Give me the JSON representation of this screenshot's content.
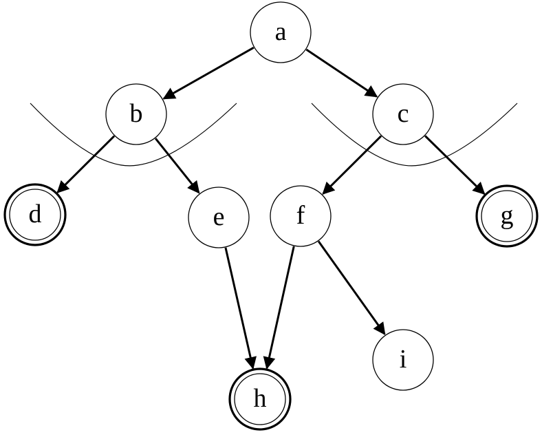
{
  "nodes": [
    {
      "id": "a",
      "label": "a",
      "accepting": false
    },
    {
      "id": "b",
      "label": "b",
      "accepting": false
    },
    {
      "id": "c",
      "label": "c",
      "accepting": false
    },
    {
      "id": "d",
      "label": "d",
      "accepting": true
    },
    {
      "id": "e",
      "label": "e",
      "accepting": false
    },
    {
      "id": "f",
      "label": "f",
      "accepting": false
    },
    {
      "id": "g",
      "label": "g",
      "accepting": true
    },
    {
      "id": "h",
      "label": "h",
      "accepting": true
    },
    {
      "id": "i",
      "label": "i",
      "accepting": false
    }
  ],
  "edges": [
    {
      "from": "a",
      "to": "b"
    },
    {
      "from": "a",
      "to": "c"
    },
    {
      "from": "b",
      "to": "d"
    },
    {
      "from": "b",
      "to": "e"
    },
    {
      "from": "c",
      "to": "f"
    },
    {
      "from": "c",
      "to": "g"
    },
    {
      "from": "e",
      "to": "h"
    },
    {
      "from": "f",
      "to": "h"
    },
    {
      "from": "f",
      "to": "i"
    }
  ],
  "cut_curves": [
    {
      "id": "cut-left",
      "separates": "b"
    },
    {
      "id": "cut-right",
      "separates": "c"
    }
  ]
}
